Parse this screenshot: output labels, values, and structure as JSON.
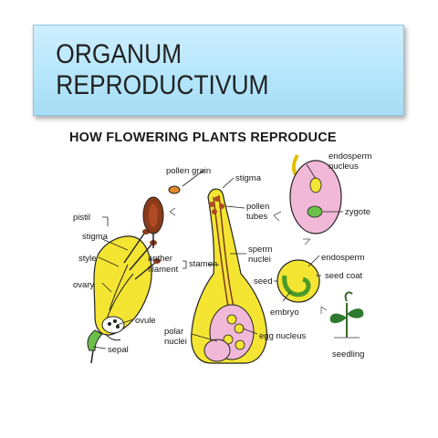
{
  "title": "ORGANUM REPRODUCTIVUM",
  "subtitle": "HOW FLOWERING PLANTS REPRODUCE",
  "labels": {
    "pollen_grain": "pollen grain",
    "stigma_top": "stigma",
    "pollen_tubes_1": "pollen",
    "pollen_tubes_2": "tubes",
    "endosperm_nucleus_1": "endosperm",
    "endosperm_nucleus_2": "nucleus",
    "zygote": "zygote",
    "pistil": "pistil",
    "stigma_left": "stigma",
    "style": "style",
    "ovary": "ovary",
    "anther": "anther",
    "filament": "filament",
    "stamen": "stamen",
    "sperm_nuclei_1": "sperm",
    "sperm_nuclei_2": "nuclei",
    "endosperm": "endosperm",
    "seed": "seed",
    "seed_coat": "seed coat",
    "embryo": "embryo",
    "ovule": "ovule",
    "polar_nuclei_1": "polar",
    "polar_nuclei_2": "nuclei",
    "egg_nucleus": "egg nucleus",
    "sepal": "sepal",
    "seedling": "seedling"
  },
  "colors": {
    "banner": "#b5e6fb",
    "yellow": "#f5e533",
    "pink": "#f2b8d8",
    "green": "#6cc04a",
    "brown": "#8b3a1a"
  }
}
